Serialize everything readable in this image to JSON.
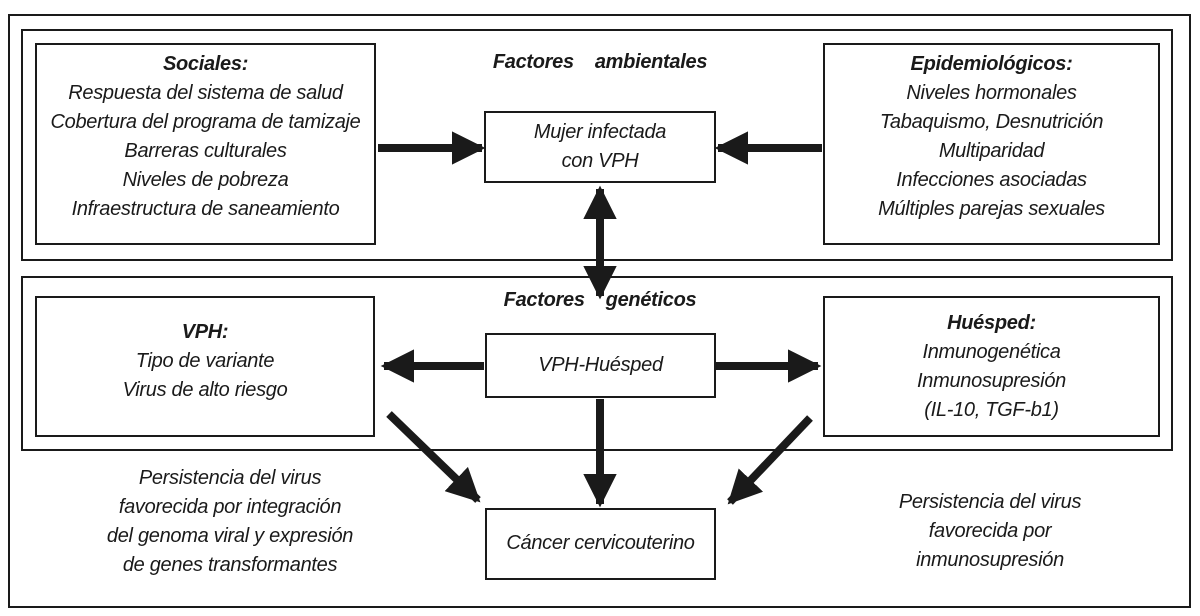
{
  "environmental": {
    "title": "Factores    ambientales",
    "social": {
      "heading": "Sociales:",
      "items": [
        "Respuesta del sistema de salud",
        "Cobertura del programa de tamizaje",
        "Barreras culturales",
        "Niveles de pobreza",
        "Infraestructura de saneamiento"
      ]
    },
    "epidemiological": {
      "heading": "Epidemiológicos:",
      "items": [
        "Niveles hormonales",
        "Tabaquismo, Desnutrición",
        "Multiparidad",
        "Infecciones asociadas",
        "Múltiples parejas sexuales"
      ]
    },
    "center": [
      "Mujer infectada",
      "con VPH"
    ]
  },
  "genetic": {
    "title": "Factores    genéticos",
    "vph": {
      "heading": "VPH:",
      "items": [
        "Tipo de variante",
        "Virus de alto riesgo"
      ]
    },
    "host": {
      "heading": "Huésped:",
      "items": [
        "Inmunogenética",
        "Inmunosupresión",
        "(IL-10, TGF-b1)"
      ]
    },
    "center": "VPH-Huésped"
  },
  "outcome": "Cáncer cervicouterino",
  "note_left": [
    "Persistencia del virus",
    "favorecida por integración",
    "del genoma viral y expresión",
    "de genes transformantes"
  ],
  "note_right": [
    "Persistencia del virus",
    "favorecida por",
    "inmunosupresión"
  ]
}
